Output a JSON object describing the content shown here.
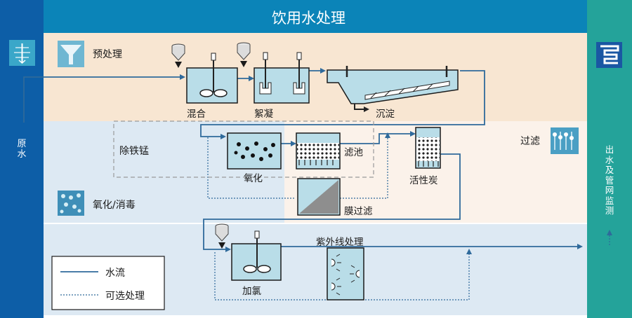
{
  "title": "饮用水处理",
  "left_bar": {
    "label": "原水"
  },
  "right_bar": {
    "label": "出水及管网监测"
  },
  "sections": {
    "pretreatment": "预处理",
    "iron_manganese": "除铁锰",
    "oxidation_disinfection": "氧化/消毒",
    "filtration": "过滤"
  },
  "units": {
    "mixing": "混合",
    "flocculation": "絮凝",
    "sedimentation": "沉淀",
    "oxidation": "氧化",
    "filter_tank": "滤池",
    "activated_carbon": "活性炭",
    "membrane": "膜过滤",
    "chlorination": "加氯",
    "uv": "紫外线处理"
  },
  "legend": {
    "water_flow": "水流",
    "optional": "可选处理"
  },
  "colors": {
    "header_blue": "#0d5ea7",
    "left_bar": "#0d5ea7",
    "right_bar": "#24a39a",
    "pretreatment_bg": "#f8e6d2",
    "lower_bg": "#dde9f3",
    "filtration_bg": "#fbf2ea",
    "line": "#2f6a9b",
    "tank_fill": "#b9dde8"
  }
}
